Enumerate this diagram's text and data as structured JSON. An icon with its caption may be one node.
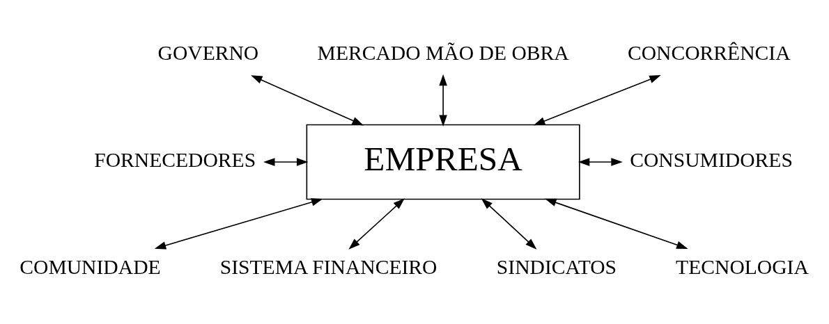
{
  "diagram": {
    "nodes": [
      {
        "text": [
          "EMPRESA"
        ]
      },
      {
        "text": [
          "GOVERNO"
        ]
      },
      {
        "text": [
          "MERCADO MÃO DE OBRA"
        ]
      },
      {
        "text": [
          "CONCORRÊNCIA"
        ]
      },
      {
        "text": [
          "FORNECEDORES"
        ]
      },
      {
        "text": [
          "CONSUMIDORES"
        ]
      },
      {
        "text": [
          "COMUNIDADE"
        ]
      },
      {
        "text": [
          "SISTEMA FINANCEIRO"
        ]
      },
      {
        "text": [
          "SINDICATOS"
        ]
      },
      {
        "text": [
          "TECNOLOGIA"
        ]
      }
    ],
    "edges": [
      {
        "from": 1,
        "to": 0,
        "arrow": "both"
      },
      {
        "from": 2,
        "to": 0,
        "arrow": "both"
      },
      {
        "from": 3,
        "to": 0,
        "arrow": "both"
      },
      {
        "from": 0,
        "to": 5,
        "arrow": "both"
      },
      {
        "from": 0,
        "to": 6,
        "arrow": "both"
      },
      {
        "from": 0,
        "to": 9,
        "arrow": "both"
      },
      {
        "from": 0,
        "to": 8,
        "arrow": "both"
      },
      {
        "from": 0,
        "to": 7,
        "arrow": "both"
      },
      {
        "from": 4,
        "to": 0,
        "arrow": "both"
      }
    ]
  }
}
